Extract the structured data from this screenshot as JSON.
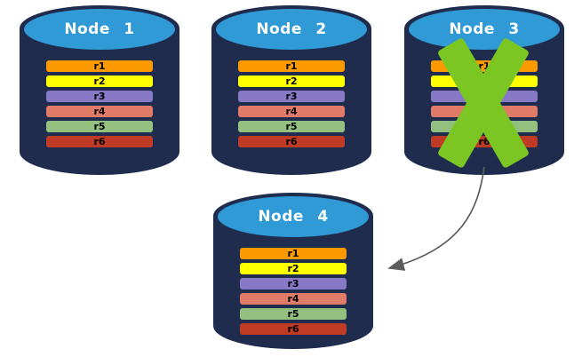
{
  "diagram": {
    "description": "Replicated database nodes; failed node replaced by new node",
    "nodes": [
      {
        "id": "node1",
        "label": "Node 1",
        "rows": [
          "r1",
          "r2",
          "r3",
          "r4",
          "r5",
          "r6"
        ],
        "failed": false
      },
      {
        "id": "node2",
        "label": "Node 2",
        "rows": [
          "r1",
          "r2",
          "r3",
          "r4",
          "r5",
          "r6"
        ],
        "failed": false
      },
      {
        "id": "node3",
        "label": "Node 3",
        "rows": [
          "r1",
          "r2",
          "r3",
          "r4",
          "r5",
          "r6"
        ],
        "failed": true
      },
      {
        "id": "node4",
        "label": "Node 4",
        "rows": [
          "r1",
          "r2",
          "r3",
          "r4",
          "r5",
          "r6"
        ],
        "failed": false
      }
    ],
    "row_colors": {
      "r1": "#FB9900",
      "r2": "#FFFF00",
      "r3": "#8779C5",
      "r4": "#DF7B66",
      "r5": "#93C07E",
      "r6": "#C03B26"
    },
    "colors": {
      "cylinder_body": "#1F2C4E",
      "cylinder_top": "#2F9AD6",
      "node_label": "#FFFFFF",
      "row_label": "#000000",
      "failure_x": "#7CC623",
      "arrow": "#5C5C5C"
    },
    "arrow": {
      "from": "node3",
      "to": "node4"
    }
  }
}
